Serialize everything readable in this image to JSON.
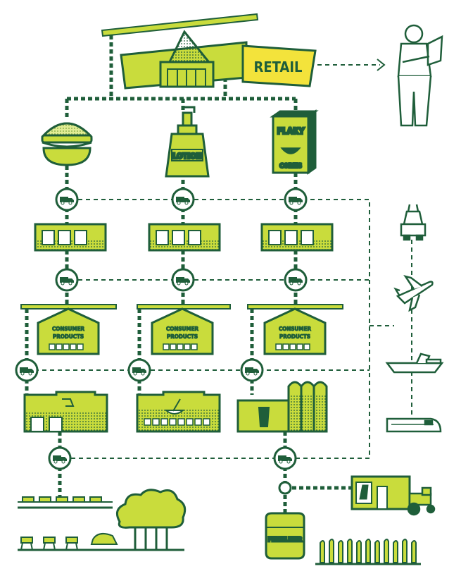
{
  "colors": {
    "lime": "#c9dc3c",
    "lime_dark": "#a9c22a",
    "yellow": "#f3e33b",
    "green": "#1f5e3a",
    "white": "#ffffff"
  },
  "retail": {
    "sign": "RETAIL"
  },
  "products": {
    "lotion": "LOTION",
    "cereal_line1": "FLAKY",
    "cereal_line2": "CORNS"
  },
  "warehouses": {
    "line1": "CONSUMER",
    "line2": "PRODUCTS"
  },
  "fertilizer": {
    "label": "FERTILIZER"
  },
  "transport_icons": [
    "truck-icon",
    "airplane-icon",
    "ship-icon",
    "train-icon"
  ]
}
